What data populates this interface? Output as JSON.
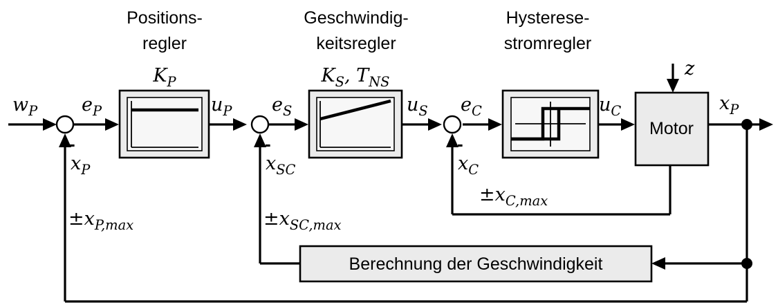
{
  "blocks": {
    "position_controller": {
      "title_lines": [
        "Positions-",
        "regler"
      ],
      "param": {
        "base": "K",
        "sub": "P"
      }
    },
    "speed_controller": {
      "title_lines": [
        "Geschwindig-",
        "keitsregler"
      ],
      "param": {
        "p1_base": "K",
        "p1_sub": "S",
        "sep": ", ",
        "p2_base": "T",
        "p2_sub": "NS"
      }
    },
    "current_controller": {
      "title_lines": [
        "Hysterese-",
        "stromregler"
      ]
    },
    "motor": {
      "label": "Motor"
    },
    "speed_calc": {
      "label": "Berechnung der Geschwindigkeit"
    }
  },
  "signals": {
    "w_P": {
      "base": "w",
      "sub": "P"
    },
    "e_P": {
      "base": "e",
      "sub": "P"
    },
    "u_P": {
      "base": "u",
      "sub": "P"
    },
    "e_S": {
      "base": "e",
      "sub": "S"
    },
    "u_S": {
      "base": "u",
      "sub": "S"
    },
    "e_C": {
      "base": "e",
      "sub": "C"
    },
    "u_C": {
      "base": "u",
      "sub": "C"
    },
    "x_P_out": {
      "base": "x",
      "sub": "P"
    },
    "z": {
      "base": "z"
    },
    "x_P_fb": {
      "base": "x",
      "sub": "P"
    },
    "x_SC_fb": {
      "base": "x",
      "sub": "SC"
    },
    "x_C_fb": {
      "base": "x",
      "sub": "C"
    },
    "lim_P": {
      "pm": "±",
      "base": "x",
      "sub": "P,max"
    },
    "lim_SC": {
      "pm": "±",
      "base": "x",
      "sub": "SC,max"
    },
    "lim_C": {
      "pm": "±",
      "base": "x",
      "sub": "C,max"
    }
  },
  "sum_sign": "-"
}
